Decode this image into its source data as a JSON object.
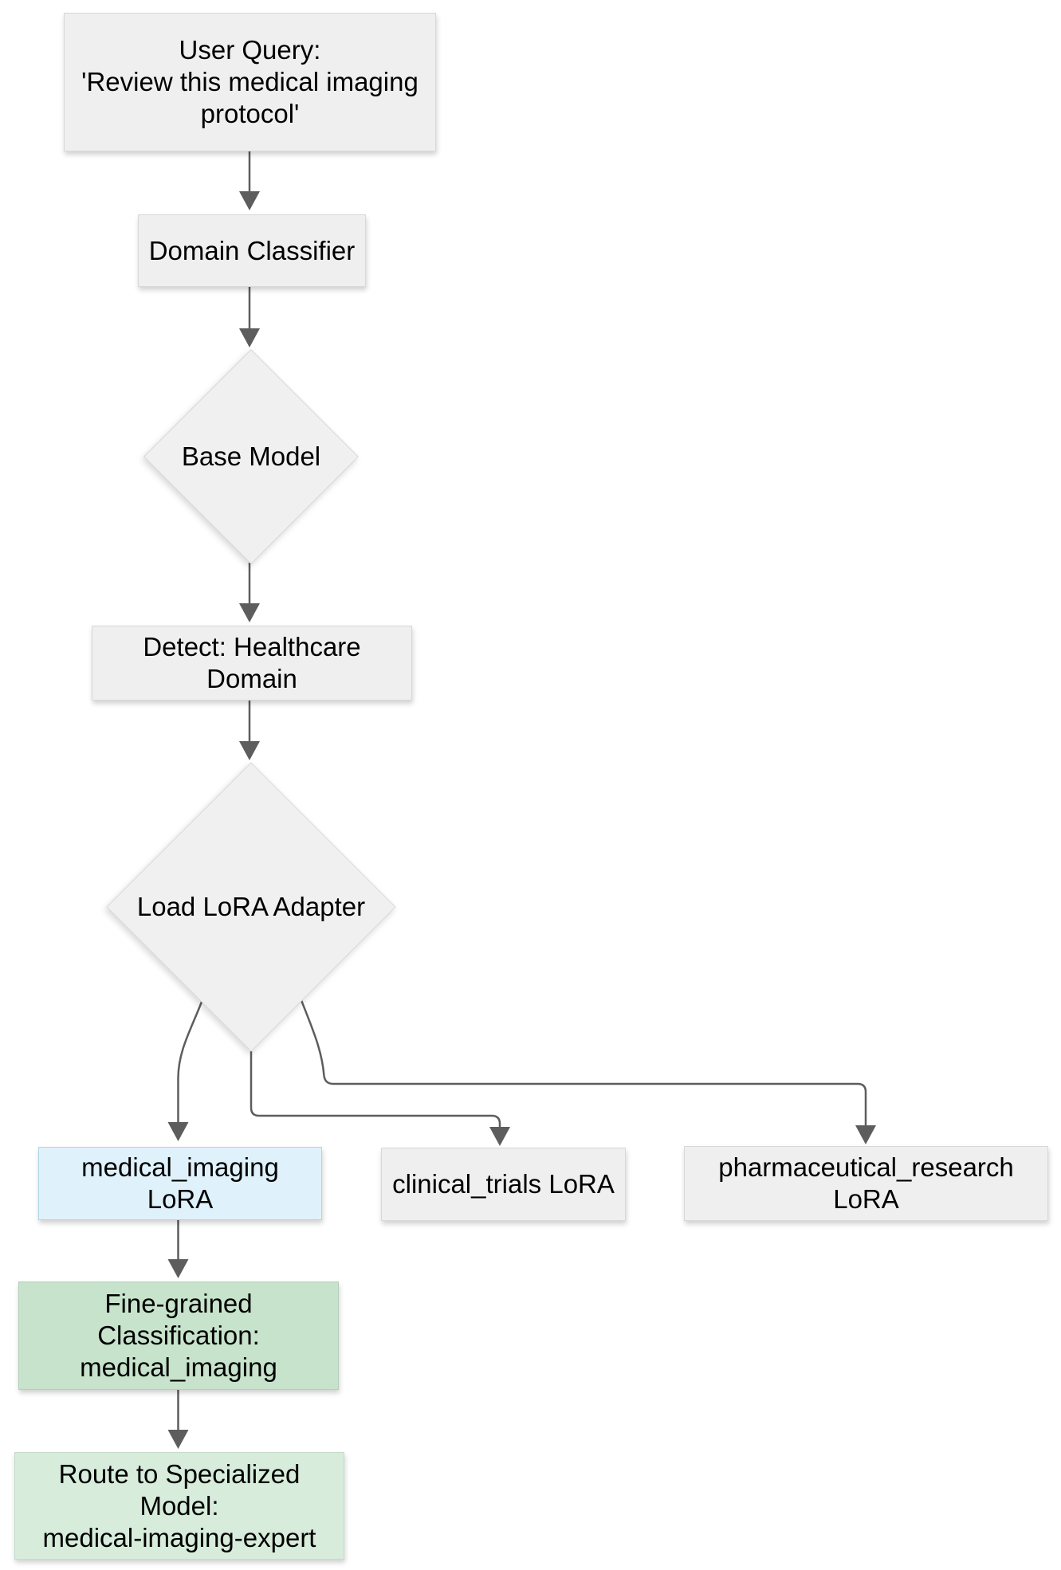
{
  "diagram": {
    "type": "flowchart",
    "direction": "top-down",
    "background": "#ffffff",
    "edge_color": "#5d5d5d",
    "text_color": "#000000",
    "nodes": [
      {
        "id": "user_query",
        "shape": "rect",
        "fill": "#efefef",
        "border": "#d8d8d8",
        "lines": [
          "User Query:",
          "'Review this medical imaging",
          "protocol'"
        ]
      },
      {
        "id": "domain_classifier",
        "shape": "rect",
        "fill": "#efefef",
        "border": "#d8d8d8",
        "lines": [
          "Domain Classifier"
        ]
      },
      {
        "id": "base_model",
        "shape": "diamond",
        "fill": "#f0f0f0",
        "border": "#d9d9d9",
        "lines": [
          "Base Model"
        ]
      },
      {
        "id": "detect",
        "shape": "rect",
        "fill": "#efefef",
        "border": "#d8d8d8",
        "lines": [
          "Detect: Healthcare Domain"
        ]
      },
      {
        "id": "load_lora",
        "shape": "diamond",
        "fill": "#f0f0f0",
        "border": "#d9d9d9",
        "lines": [
          "Load LoRA Adapter"
        ]
      },
      {
        "id": "medical",
        "shape": "rect",
        "fill": "#dff2fc",
        "border": "#aed5e6",
        "lines": [
          "medical_imaging LoRA"
        ]
      },
      {
        "id": "clinical",
        "shape": "rect",
        "fill": "#efefef",
        "border": "#d8d8d8",
        "lines": [
          "clinical_trials LoRA"
        ]
      },
      {
        "id": "pharma",
        "shape": "rect",
        "fill": "#efefef",
        "border": "#d8d8d8",
        "lines": [
          "pharmaceutical_research LoRA"
        ]
      },
      {
        "id": "fine_grained",
        "shape": "rect",
        "fill": "#c7e3cc",
        "border": "#b4ceba",
        "lines": [
          "Fine-grained Classification:",
          "medical_imaging"
        ]
      },
      {
        "id": "route",
        "shape": "rect",
        "fill": "#d7ecdb",
        "border": "#c4dcc9",
        "lines": [
          "Route to Specialized Model:",
          "medical-imaging-expert"
        ]
      }
    ],
    "edges": [
      {
        "from": "user_query",
        "to": "domain_classifier"
      },
      {
        "from": "domain_classifier",
        "to": "base_model"
      },
      {
        "from": "base_model",
        "to": "detect"
      },
      {
        "from": "detect",
        "to": "load_lora"
      },
      {
        "from": "load_lora",
        "to": "medical"
      },
      {
        "from": "load_lora",
        "to": "clinical"
      },
      {
        "from": "load_lora",
        "to": "pharma"
      },
      {
        "from": "medical",
        "to": "fine_grained"
      },
      {
        "from": "fine_grained",
        "to": "route"
      }
    ]
  }
}
